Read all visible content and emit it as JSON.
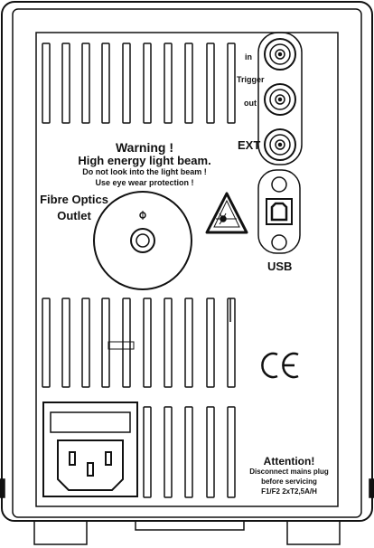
{
  "trigger": {
    "in": "in",
    "trigger": "Trigger",
    "out": "out"
  },
  "ext_label": "EXT",
  "usb_label": "USB",
  "warning": {
    "title": "Warning !",
    "subtitle": "High energy light beam.",
    "line1": "Do not look into the light beam !",
    "line2": "Use eye wear protection !"
  },
  "fibre": {
    "line1": "Fibre Optics",
    "line2": "Outlet"
  },
  "ce_mark": "CE",
  "attention": {
    "title": "Attention!",
    "line1": "Disconnect mains plug",
    "line2": "before servicing",
    "line3": "F1/F2 2xT2,5A/H"
  },
  "colors": {
    "outline": "#111111",
    "background": "#ffffff"
  },
  "icons": [
    "laser-warning-icon",
    "usb-b-port-icon",
    "bnc-connector-icon",
    "iec-power-inlet-icon",
    "ce-mark-icon"
  ]
}
